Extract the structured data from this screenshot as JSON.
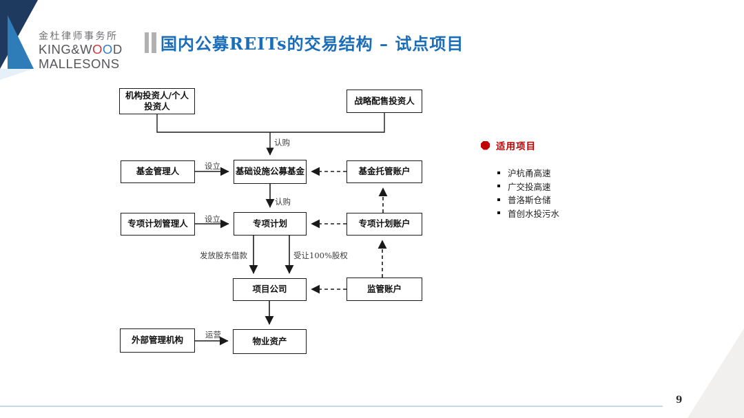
{
  "slide": {
    "logo": {
      "cn": "金杜律师事务所",
      "en_pre": "KING&W",
      "en_o1": "O",
      "en_o2": "O",
      "en_post": "D",
      "en_line2": "MALLESONS"
    },
    "title": "国内公募REITs的交易结构 – 试点项目",
    "page_number": "9"
  },
  "diagram": {
    "nodes": {
      "investors_line1": "机构投资人/个人",
      "investors_line2": "投资人",
      "strategic": "战略配售投资人",
      "fund_manager": "基金管理人",
      "public_fund": "基础设施公募基金",
      "fund_custody": "基金托管账户",
      "abs_manager": "专项计划管理人",
      "abs_plan": "专项计划",
      "abs_account": "专项计划账户",
      "project_co": "项目公司",
      "supervision": "监管账户",
      "external": "外部管理机构",
      "property": "物业资产"
    },
    "edge_labels": {
      "subscribe_top": "认购",
      "establish_fund": "设立",
      "subscribe_mid": "认购",
      "establish_plan": "设立",
      "shareholder_loan": "发放股东借款",
      "equity_transfer": "受让100%股权",
      "operate": "运营"
    }
  },
  "side_panel": {
    "heading": "适用项目",
    "items": [
      "沪杭甬高速",
      "广交投高速",
      "普洛斯仓储",
      "首创水投污水"
    ]
  },
  "colors": {
    "title_blue": "#1a6db8",
    "accent_red": "#c00000",
    "logo_navy": "#1e3a5f",
    "logo_blue": "#2e7cb8",
    "footer_rule": "#c3d9ea",
    "corner_gray": "#f1f0ee"
  }
}
